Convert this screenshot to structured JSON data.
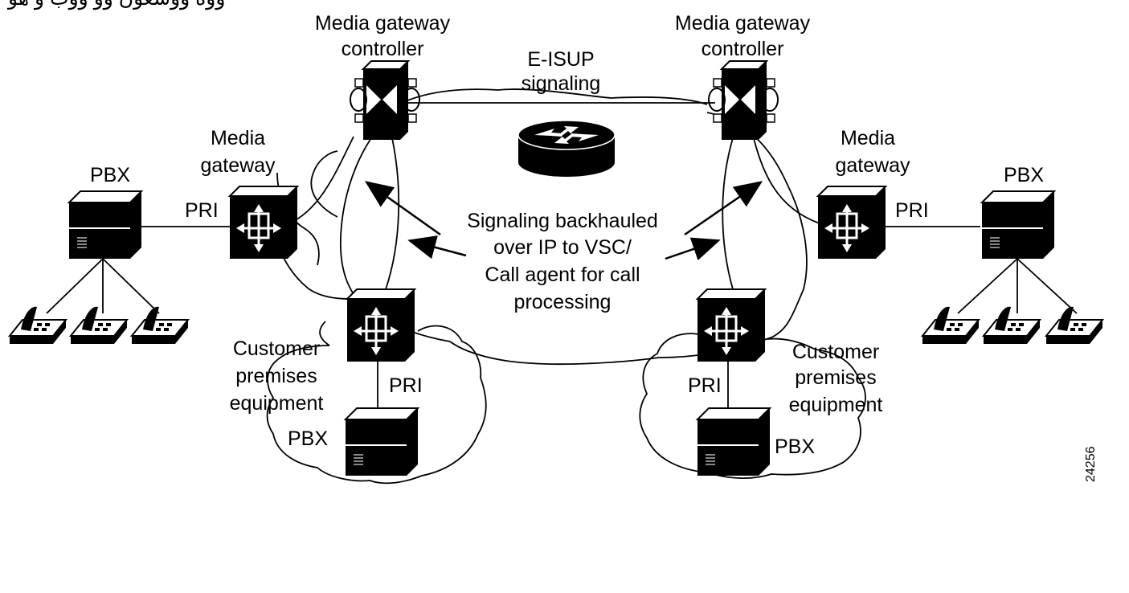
{
  "header_fragment": "ووه ووسعون وو ووب و هو",
  "labels": {
    "mgc_left": [
      "Media gateway",
      "controller"
    ],
    "mgc_right": [
      "Media gateway",
      "controller"
    ],
    "signaling": [
      "E-ISUP",
      "signaling"
    ],
    "mg_left": [
      "Media",
      "gateway"
    ],
    "mg_right": [
      "Media",
      "gateway"
    ],
    "pbx_left": "PBX",
    "pbx_right": "PBX",
    "pri_left": "PRI",
    "pri_right": "PRI",
    "backhaul": [
      "Signaling backhauled",
      "over IP to VSC/",
      "Call agent for call",
      "processing"
    ],
    "cpe_left": [
      "Customer",
      "premises",
      "equipment"
    ],
    "cpe_right": [
      "Customer",
      "premises",
      "equipment"
    ],
    "pri_cpe_left": "PRI",
    "pri_cpe_right": "PRI",
    "pbx_cpe_left": "PBX",
    "pbx_cpe_right": "PBX",
    "figure_number": "24256"
  },
  "icons": [
    "pbx-icon",
    "telephone-icon",
    "media-gateway-icon",
    "media-gateway-controller-icon",
    "router-icon"
  ],
  "colors": {
    "device": "#000000",
    "line": "#000000",
    "background": "#ffffff"
  }
}
